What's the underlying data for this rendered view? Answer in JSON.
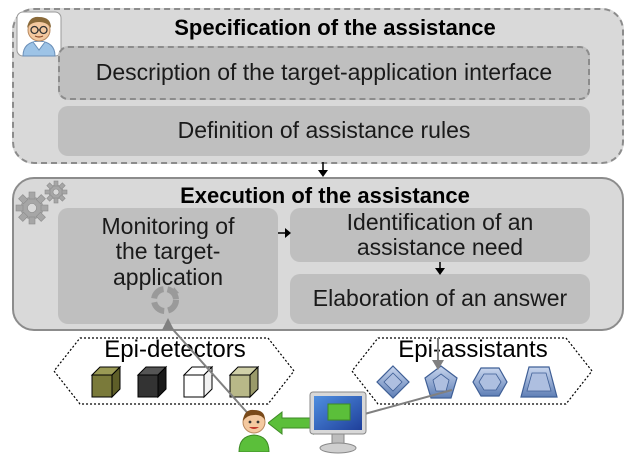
{
  "spec": {
    "title": "Specification of the assistance",
    "description_box": "Description of the target-application interface",
    "rules_box": "Definition of assistance rules"
  },
  "execution": {
    "title": "Execution of the assistance",
    "monitoring_box": "Monitoring of the target-application",
    "identification_box": "Identification of an assistance need",
    "elaboration_box": "Elaboration of an answer"
  },
  "detectors": {
    "label": "Epi-detectors",
    "cube_colors": [
      "#7a7a3a",
      "#333333",
      "#ffffff",
      "#b8b888"
    ]
  },
  "assistants": {
    "label": "Epi-assistants",
    "shapes": [
      "diamond",
      "pentagon",
      "hexagon",
      "trapezoid"
    ]
  },
  "colors": {
    "panel_fill": "#d9d9d9",
    "box_fill": "#bfbfbf",
    "accent_green": "#5bbf3a",
    "assistant_blue": "#7f9ac9"
  }
}
